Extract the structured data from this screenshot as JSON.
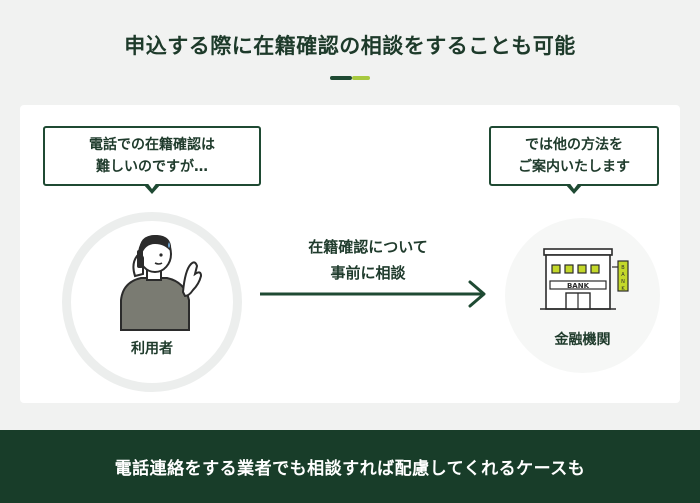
{
  "title": "申込する際に在籍確認の相談をすることも可能",
  "left_bubble": {
    "line1": "電話での在籍確認は",
    "line2": "難しいのですが…"
  },
  "right_bubble": {
    "line1": "では他の方法を",
    "line2": "ご案内いたします"
  },
  "user": {
    "label": "利用者"
  },
  "bank": {
    "label": "金融機関",
    "sign": "BANK"
  },
  "arrow": {
    "line1": "在籍確認について",
    "line2": "事前に相談"
  },
  "footer": {
    "text": "電話連絡をする業者でも相談すれば配慮してくれるケースも"
  },
  "colors": {
    "dark_green": "#1f4a33",
    "lime": "#a7c93f",
    "footer_bg": "#183d29"
  }
}
